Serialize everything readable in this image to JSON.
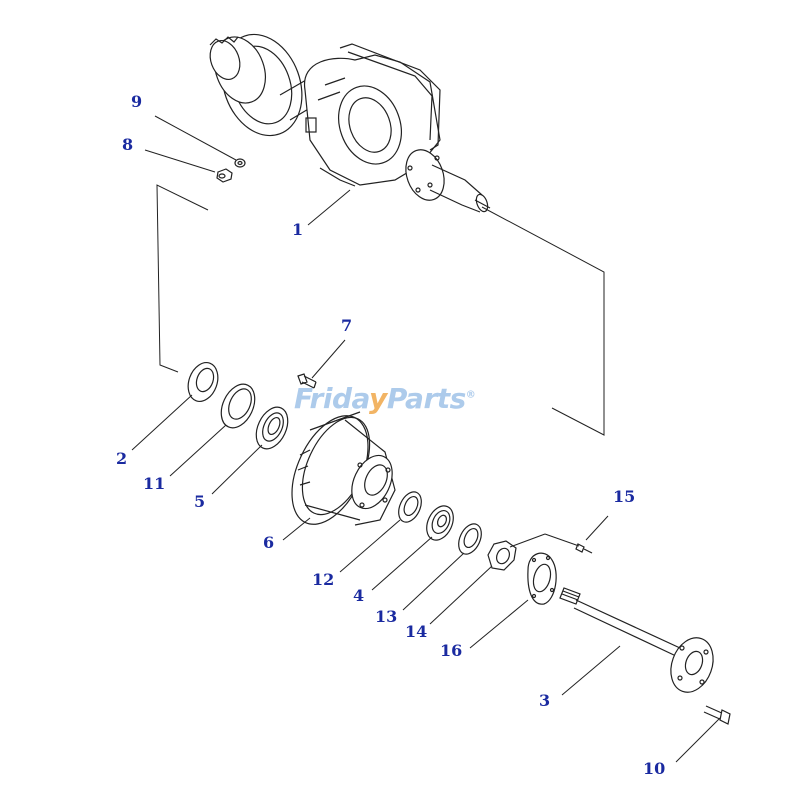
{
  "labels": {
    "p1": "1",
    "p2": "2",
    "p3": "3",
    "p4": "4",
    "p5": "5",
    "p6": "6",
    "p7": "7",
    "p8": "8",
    "p9": "9",
    "p10": "10",
    "p11": "11",
    "p12": "12",
    "p13": "13",
    "p14": "14",
    "p15": "15",
    "p16": "16"
  },
  "watermark": {
    "part1": "Frida",
    "accent": "y",
    "part2": "Parts",
    "mark": "®"
  },
  "colors": {
    "label": "#1a2aa0",
    "line": "#222222",
    "watermark": "#9fc2e8",
    "watermark_accent": "#f0a84a"
  }
}
